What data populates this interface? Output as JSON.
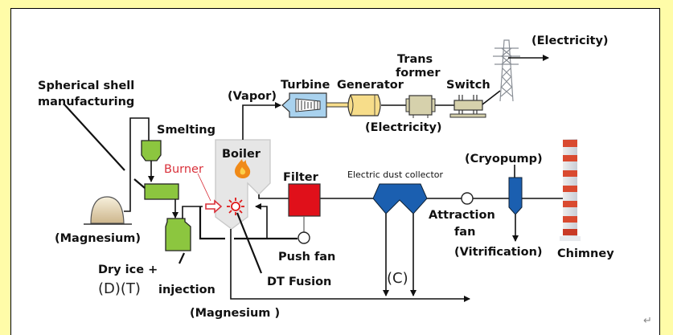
{
  "diagram": {
    "labels": {
      "spherical_shell_1": "Spherical shell",
      "spherical_shell_2": "manufacturing",
      "smelting": "Smelting",
      "burner": "Burner",
      "boiler": "Boiler",
      "vapor": "(Vapor)",
      "turbine": "Turbine",
      "generator": "Generator",
      "trans_1": "Trans",
      "trans_2": "former",
      "switch": "Switch",
      "electricity_top": "(Electricity)",
      "electricity_mid": "(Electricity)",
      "filter": "Filter",
      "dust_collector": "Electric dust collector",
      "cryopump": "(Cryopump)",
      "attraction_1": "Attraction",
      "attraction_2": "fan",
      "vitrification": "(Vitrification)",
      "chimney": "Chimney",
      "magnesium_left": "(Magnesium)",
      "dry_ice": "Dry ice +",
      "dt_prefix": "(D)(T)",
      "injection": "injection",
      "push_fan": "Push fan",
      "dt_fusion": "DT Fusion",
      "c_label": "(C)",
      "magnesium_bottom": "(Magnesium )"
    },
    "colors": {
      "background": "#fffca8",
      "green_vessel": "#8cc63f",
      "boiler_fill": "#e6e6e6",
      "burner_red": "#d9303a",
      "filter_red": "#e0101a",
      "collector_blue": "#1b5fb0",
      "turbine_blue": "#a9d2ee",
      "generator_yellow": "#f7dd8a",
      "transformer_tan": "#d6d1ac",
      "chimney_red": "#d94a30",
      "mound_tan": "#e8dcc0"
    },
    "paragraph_mark": "↵"
  }
}
